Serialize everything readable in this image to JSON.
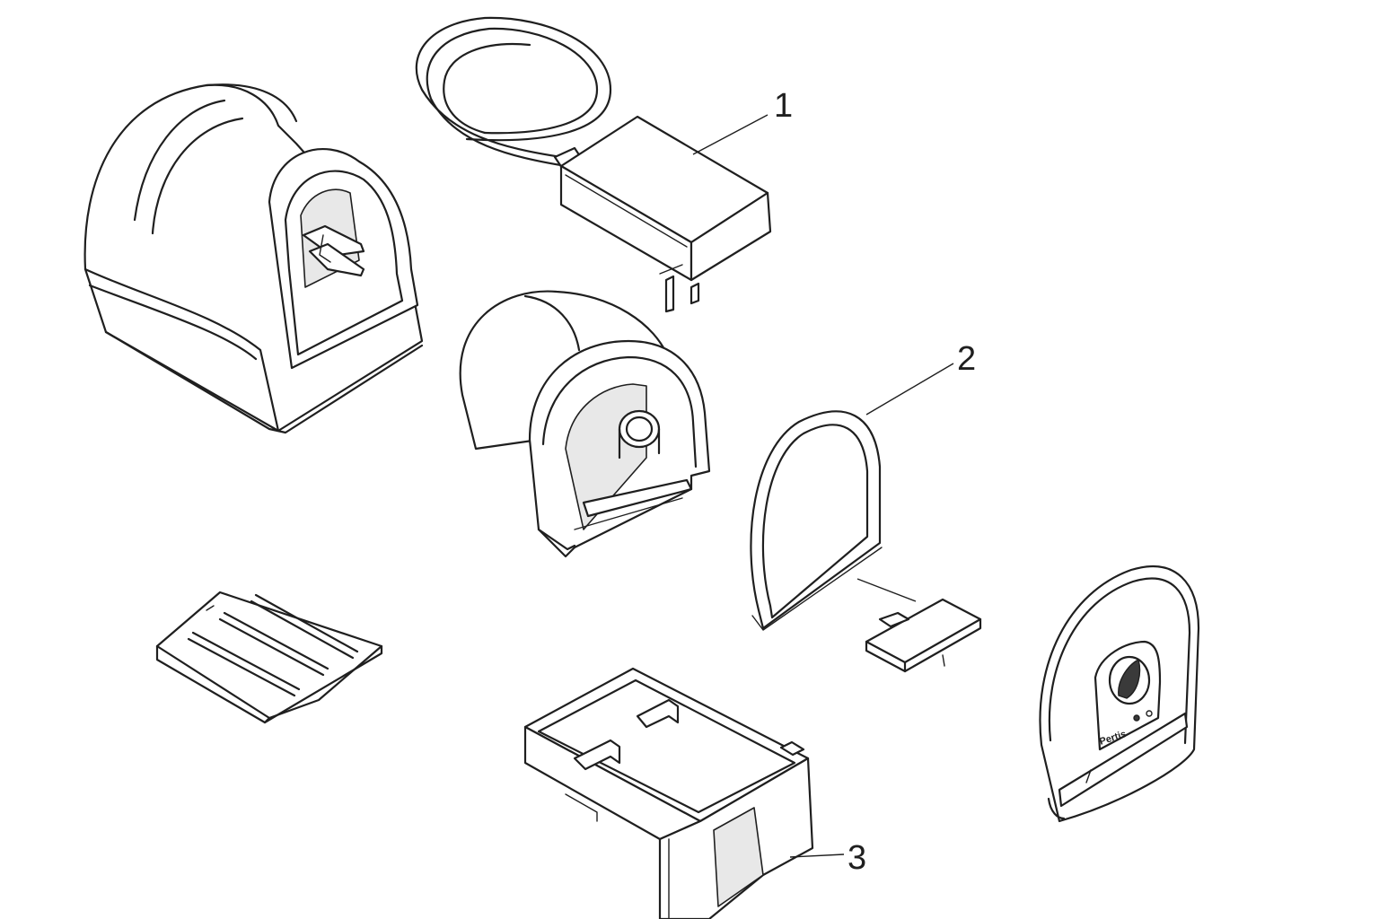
{
  "callouts": [
    {
      "id": "1",
      "label": "1"
    },
    {
      "id": "2",
      "label": "2"
    },
    {
      "id": "3",
      "label": "3"
    }
  ],
  "panel_brand": "Pertis"
}
